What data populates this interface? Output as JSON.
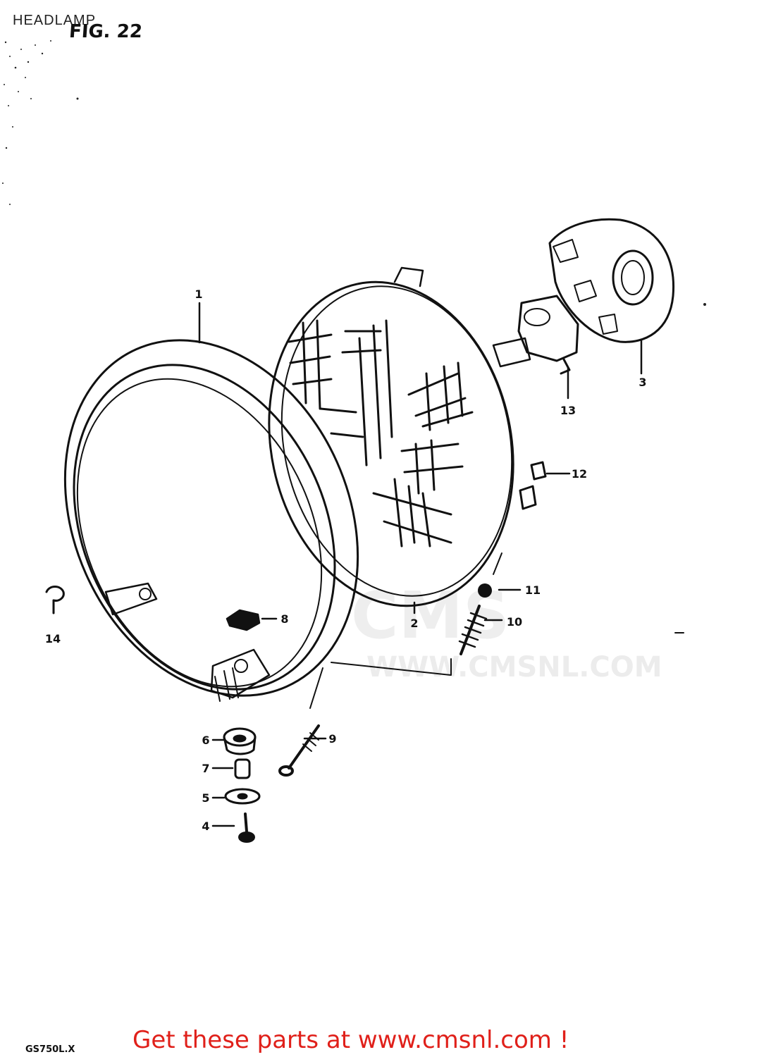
{
  "header": {
    "title": "HEADLAMP",
    "figure": "FIG. 22"
  },
  "watermark": {
    "brand": "CMS",
    "url": "WWW.CMSNL.COM"
  },
  "footer": {
    "model_code": "GS750L.X",
    "call_to_action": "Get these parts at www.cmsnl.com !",
    "cta_color": "#e0201a"
  },
  "callouts": [
    "1",
    "2",
    "3",
    "4",
    "5",
    "6",
    "7",
    "8",
    "9",
    "10",
    "11",
    "12",
    "13",
    "14"
  ]
}
